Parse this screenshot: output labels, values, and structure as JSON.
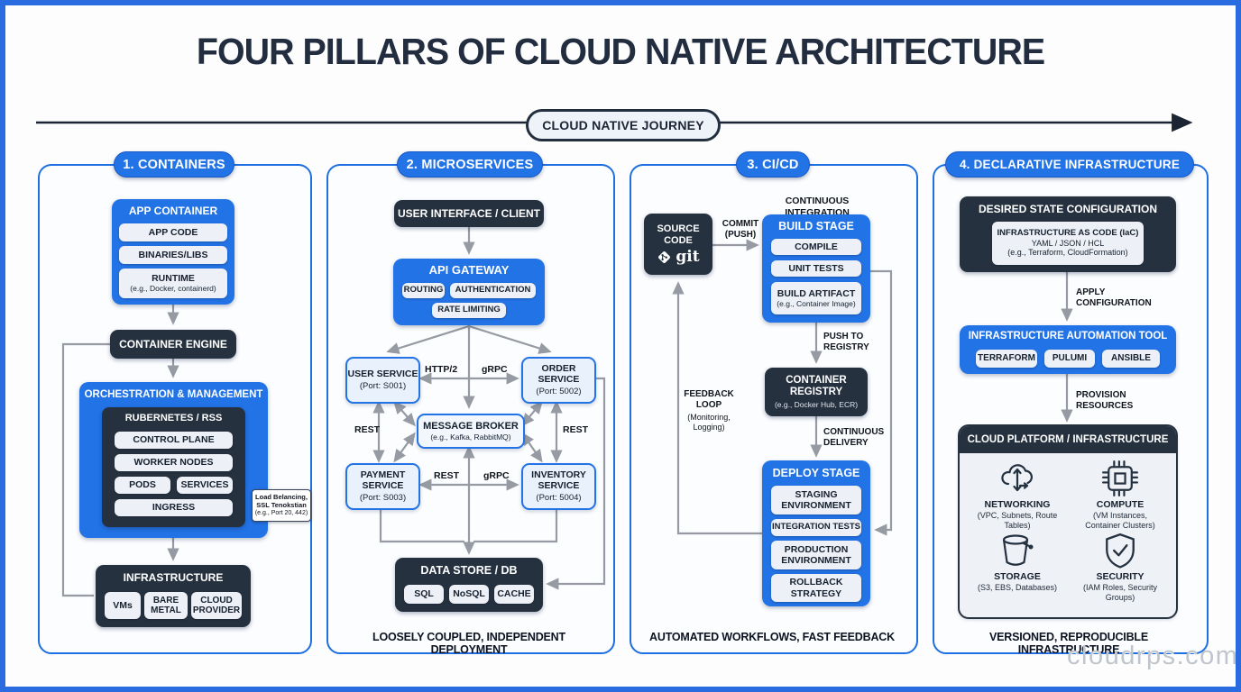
{
  "page": {
    "title": "FOUR PILLARS OF CLOUD NATIVE ARCHITECTURE",
    "journey": "CLOUD NATIVE JOURNEY",
    "watermark": "cloudrps.com"
  },
  "colors": {
    "accent_blue": "#2273e6",
    "pillar_border": "#1d6fe3",
    "dark_navy": "#26313f",
    "line": "#1b2433",
    "chip_bg": "#edf1f7",
    "page_border": "#2a6ce0",
    "watermark_gray": "#bfc5cd"
  },
  "pillars": {
    "containers": {
      "header": "1. CONTAINERS",
      "app_container": {
        "title": "APP CONTAINER",
        "chip1": "APP CODE",
        "chip2": "BINARIES/LIBS",
        "runtime_title": "RUNTIME",
        "runtime_sub": "(e.g., Docker, containerd)"
      },
      "container_engine": "CONTAINER ENGINE",
      "orchestration": {
        "title": "ORCHESTRATION & MANAGEMENT",
        "kubernetes_title": "RUBERNETES / RSS",
        "chip1": "CONTROL PLANE",
        "chip2": "WORKER NODES",
        "chip3": "PODS",
        "chip4": "SERVICES",
        "chip5": "INGRESS"
      },
      "ingress_note": {
        "line1": "Load Belancing,",
        "line2": "SSL Tenokstian",
        "line3": "(e.g., Port 20, 442)"
      },
      "infrastructure": {
        "title": "INFRASTRUCTURE",
        "chip1": "VMs",
        "chip2": "BARE METAL",
        "chip3": "CLOUD PROVIDER"
      }
    },
    "microservices": {
      "header": "2. MICROSERVICES",
      "ui_client": "USER INTERFACE / CLIENT",
      "api_gateway": {
        "title": "API GATEWAY",
        "chip1": "ROUTING",
        "chip2": "AUTHENTICATION",
        "chip3": "RATE LIMITING"
      },
      "user_service": {
        "name": "USER SERVICE",
        "port": "(Port: S001)"
      },
      "order_service": {
        "name": "ORDER SERVICE",
        "port": "(Port: 5002)"
      },
      "payment_service": {
        "name": "PAYMENT SERVICE",
        "port": "(Port: S003)"
      },
      "inventory_service": {
        "name": "INVENTORY SERVICE",
        "port": "(Port: 5004)"
      },
      "message_broker": {
        "title": "MESSAGE BROKER",
        "sub": "(e.g., Kafka, RabbitMQ)"
      },
      "labels": {
        "http2": "HTTP/2",
        "grpc_top": "gRPC",
        "rest_left": "REST",
        "rest_right": "REST",
        "rest_bottom": "REST",
        "grpc_bottom": "gRPC"
      },
      "data_store": {
        "title": "DATA STORE / DB",
        "chip1": "SQL",
        "chip2": "NoSQL",
        "chip3": "CACHE"
      },
      "footer": "LOOSELY COUPLED, INDEPENDENT DEPLOYMENT"
    },
    "cicd": {
      "header": "3. CI/CD",
      "ci_label": "CONTINUOUS INTEGRATION",
      "source_code": {
        "title": "SOURCE CODE",
        "git": "git"
      },
      "commit_label": "COMMIT (PUSH)",
      "build_stage": {
        "title": "BUILD STAGE",
        "chip1": "COMPILE",
        "chip2": "UNIT TESTS",
        "artifact_title": "BUILD ARTIFACT",
        "artifact_sub": "(e.g., Container Image)"
      },
      "push_label": "PUSH TO REGISTRY",
      "registry": {
        "title": "CONTAINER REGISTRY",
        "sub": "(e.g., Docker Hub, ECR)"
      },
      "delivery_label": "CONTINUOUS DELIVERY",
      "deploy_stage": {
        "title": "DEPLOY STAGE",
        "chip1": "STAGING ENVIRONMENT",
        "chip2": "INTEGRATION TESTS",
        "chip3": "PRODUCTION ENVIRONMENT",
        "chip4": "ROLLBACK STRATEGY"
      },
      "feedback": {
        "title": "FEEDBACK LOOP",
        "sub": "(Monitoring, Logging)"
      },
      "footer": "AUTOMATED WORKFLOWS, FAST FEEDBACK"
    },
    "declarative": {
      "header": "4. DECLARATIVE INFRASTRUCTURE",
      "desired_state": {
        "title": "DESIRED STATE CONFIGURATION",
        "iac_title": "INFRASTRUCTURE AS CODE (IaC)",
        "iac_formats": "YAML / JSON / HCL",
        "iac_examples": "(e.g., Terraform, CloudFormation)"
      },
      "apply_label": "APPLY CONFIGURATION",
      "automation_tool": {
        "title": "INFRASTRUCTURE AUTOMATION TOOL",
        "chip1": "TERRAFORM",
        "chip2": "PULUMI",
        "chip3": "ANSIBLE"
      },
      "provision_label": "PROVISION RESOURCES",
      "cloud_platform": {
        "title": "CLOUD PLATFORM / INFRASTRUCTURE",
        "networking": {
          "name": "NETWORKING",
          "sub": "(VPC, Subnets, Route Tables)"
        },
        "compute": {
          "name": "COMPUTE",
          "sub": "(VM Instances, Container Clusters)"
        },
        "storage": {
          "name": "STORAGE",
          "sub": "(S3, EBS, Databases)"
        },
        "security": {
          "name": "SECURITY",
          "sub": "(IAM Roles, Security Groups)"
        }
      },
      "footer": "VERSIONED, REPRODUCIBLE INFRASTRUCTURE"
    }
  }
}
